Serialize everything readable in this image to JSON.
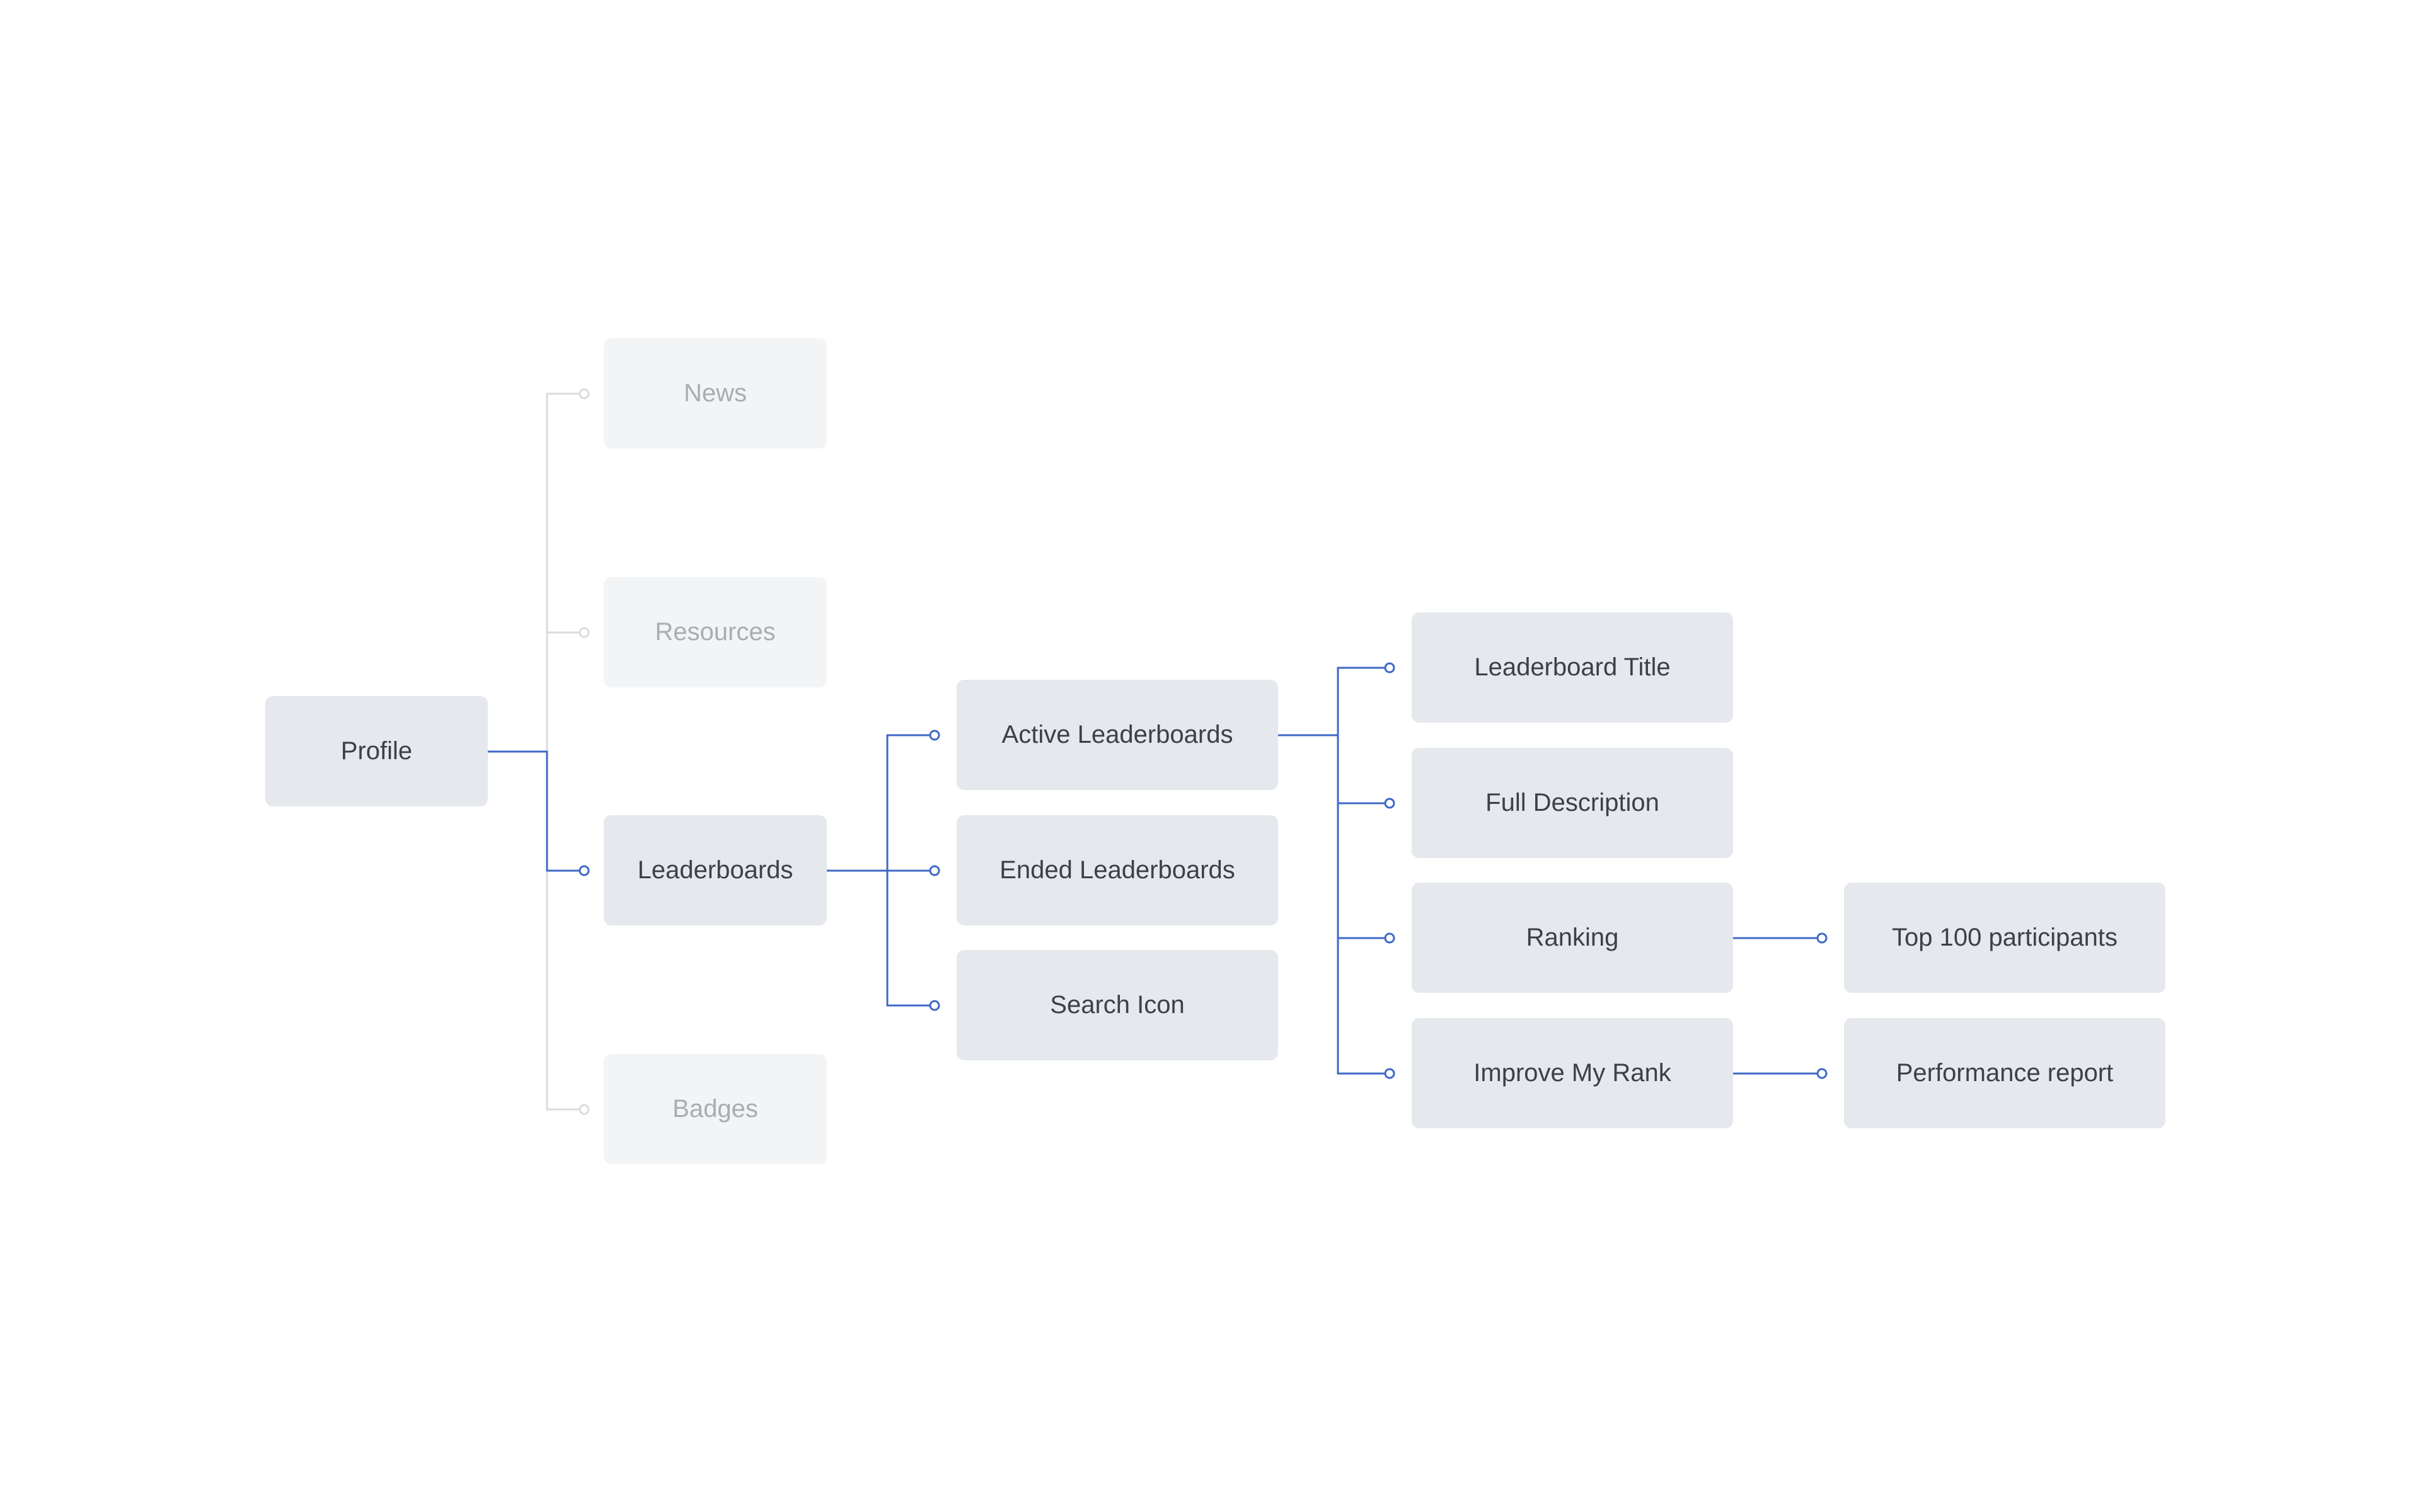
{
  "nodes": {
    "profile": "Profile",
    "news": "News",
    "resources": "Resources",
    "leaderboards": "Leaderboards",
    "badges": "Badges",
    "active_leaderboards": "Active Leaderboards",
    "ended_leaderboards": "Ended Leaderboards",
    "search_icon": "Search Icon",
    "leaderboard_title": "Leaderboard Title",
    "full_description": "Full Description",
    "ranking": "Ranking",
    "improve_my_rank": "Improve My Rank",
    "top_100_participants": "Top 100 participants",
    "performance_report": "Performance report"
  },
  "edges": [
    {
      "from": "Profile",
      "to": "News",
      "active": false
    },
    {
      "from": "Profile",
      "to": "Resources",
      "active": false
    },
    {
      "from": "Profile",
      "to": "Leaderboards",
      "active": true
    },
    {
      "from": "Profile",
      "to": "Badges",
      "active": false
    },
    {
      "from": "Leaderboards",
      "to": "Active Leaderboards",
      "active": true
    },
    {
      "from": "Leaderboards",
      "to": "Ended Leaderboards",
      "active": true
    },
    {
      "from": "Leaderboards",
      "to": "Search Icon",
      "active": true
    },
    {
      "from": "Active Leaderboards",
      "to": "Leaderboard Title",
      "active": true
    },
    {
      "from": "Active Leaderboards",
      "to": "Full Description",
      "active": true
    },
    {
      "from": "Active Leaderboards",
      "to": "Ranking",
      "active": true
    },
    {
      "from": "Active Leaderboards",
      "to": "Improve My Rank",
      "active": true
    },
    {
      "from": "Ranking",
      "to": "Top 100 participants",
      "active": true
    },
    {
      "from": "Improve My Rank",
      "to": "Performance report",
      "active": true
    }
  ],
  "colors": {
    "active_connector": "#3e69c6",
    "inactive_connector": "#d9dcdf",
    "node_fill": "#e5e8ec",
    "node_fill_dim": "#f3f4f6",
    "node_text": "#3d4045",
    "node_text_dim": "#a9adb3"
  }
}
